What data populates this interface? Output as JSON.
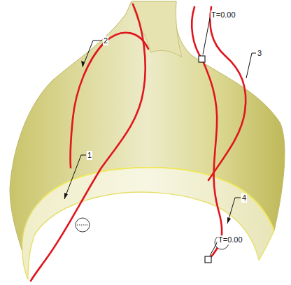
{
  "diagram": {
    "labels": [
      "2",
      "T=0.00",
      "3",
      "1",
      "4",
      "T=0.00"
    ]
  }
}
